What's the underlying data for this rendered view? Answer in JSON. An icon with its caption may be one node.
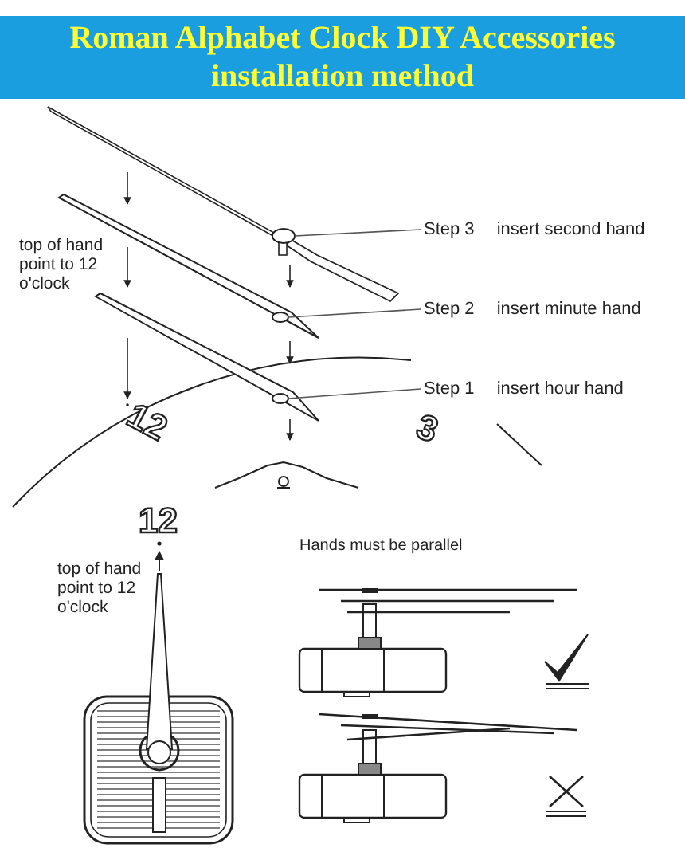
{
  "diagram": {
    "title": "Roman Alphabet Clock DIY Accessories installation method",
    "nodes": [
      {
        "text": [
          "Step 3",
          "insert second hand"
        ]
      },
      {
        "text": [],
        "shape": "circle"
      },
      {
        "text": [
          "Step 2",
          "insert minute hand"
        ]
      },
      {
        "text": [],
        "shape": "circle"
      },
      {
        "text": [
          "Step 1",
          "insert hour hand"
        ]
      },
      {
        "text": [],
        "shape": "circle"
      }
    ],
    "edges": [
      {
        "from": 0,
        "to": 1,
        "arrow": "none"
      },
      {
        "from": 2,
        "to": 3,
        "arrow": "none"
      },
      {
        "from": 4,
        "to": 5,
        "arrow": "none"
      }
    ],
    "labels": [
      "top of hand point to 12 o'clock",
      "12",
      "3",
      "12",
      "top of hand point to 12 o'clock",
      "Hands must be parallel"
    ]
  }
}
